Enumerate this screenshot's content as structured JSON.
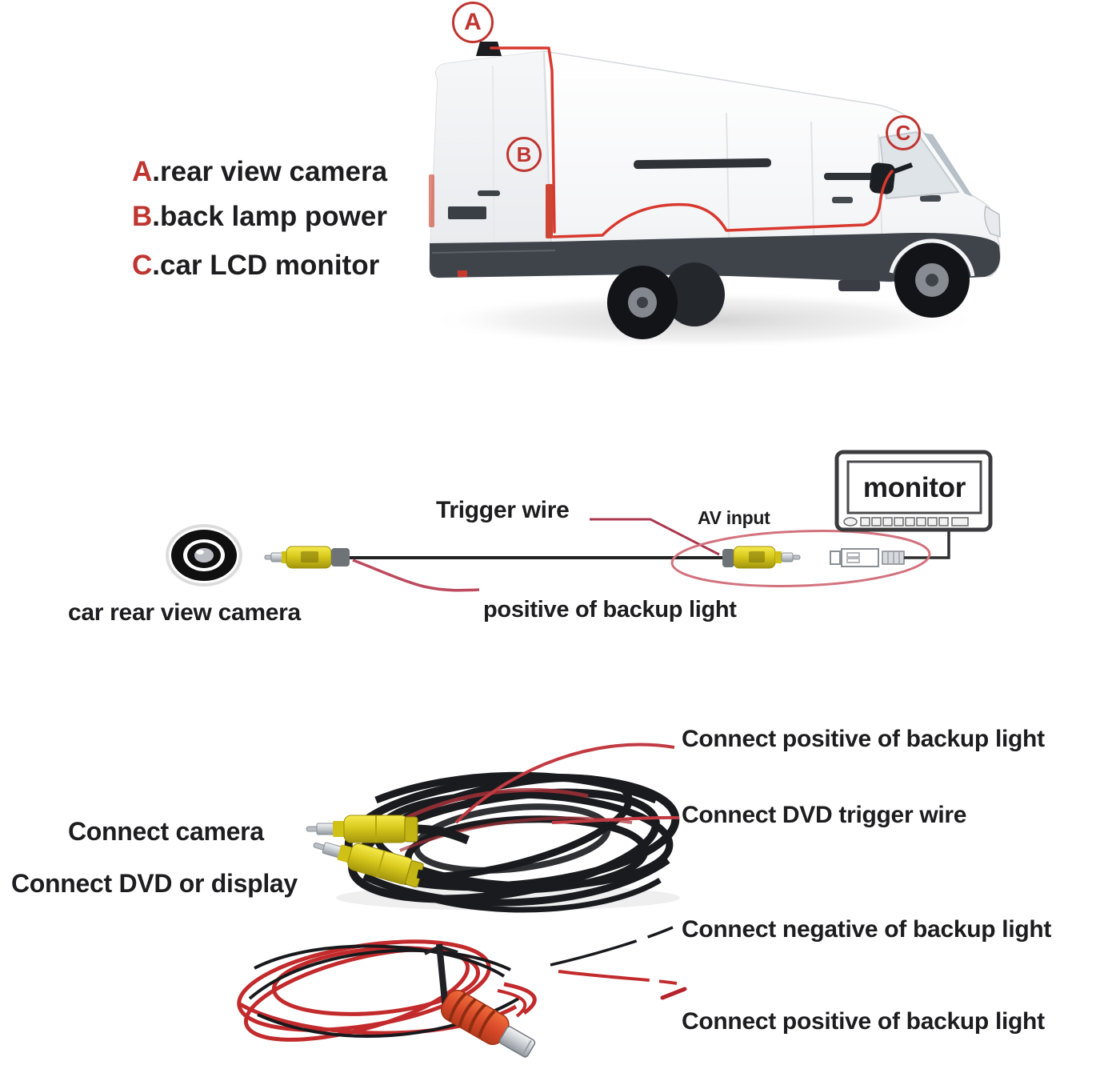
{
  "colors": {
    "accent_red": "#bf3530",
    "route_red": "#d8392f",
    "leader_red": "#bc4458",
    "rca_yellow": "#ddcf1d",
    "power_wire_red": "#c1272d",
    "dc_plug_orange": "#d94a2a",
    "text": "#1d1d1f"
  },
  "van_section": {
    "markers": {
      "a": "A",
      "b": "B",
      "c": "C"
    },
    "legend": [
      {
        "key": "A",
        "text": ".rear view camera"
      },
      {
        "key": "B",
        "text": ".back lamp power"
      },
      {
        "key": "C",
        "text": ".car LCD monitor"
      }
    ]
  },
  "wiring_section": {
    "trigger_wire_label": "Trigger wire",
    "av_input_label": "AV input",
    "monitor_label": "monitor",
    "camera_label": "car rear view camera",
    "backup_light_label": "positive of backup light"
  },
  "cables_section": {
    "connect_camera_label": "Connect camera",
    "connect_dvd_display_label": "Connect DVD or display",
    "connect_positive_backup_top_label": "Connect positive of backup light",
    "connect_dvd_trigger_label": "Connect DVD trigger wire",
    "connect_negative_backup_label": "Connect negative of backup light",
    "connect_positive_backup_bottom_label": "Connect positive of backup light"
  }
}
